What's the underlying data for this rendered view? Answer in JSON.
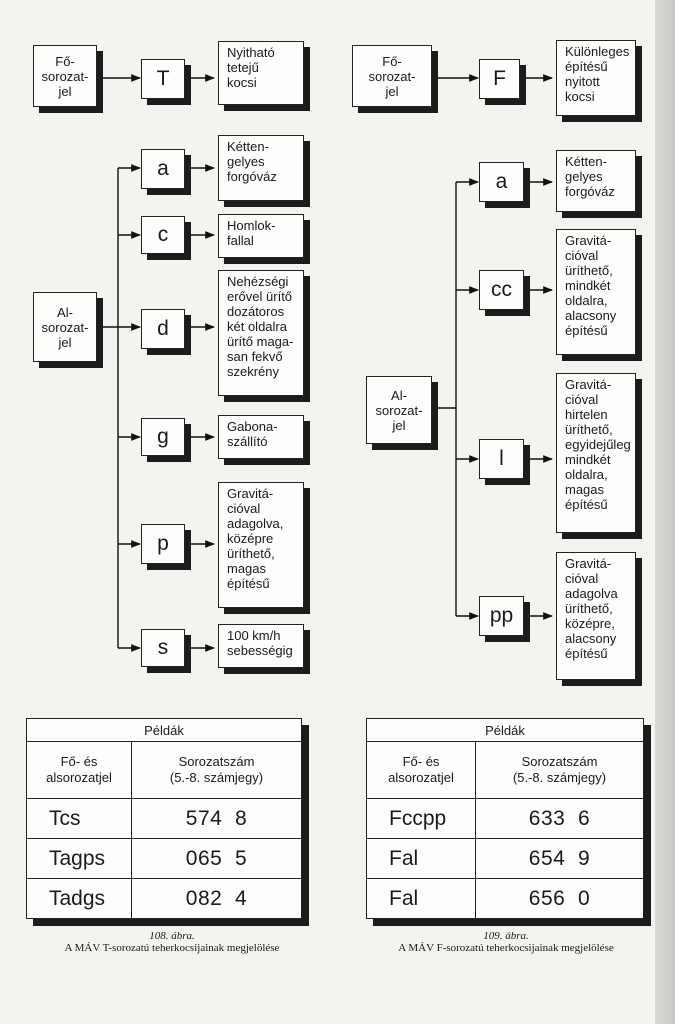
{
  "left": {
    "main": {
      "label": [
        "Fő-",
        "sorozat-",
        "jel"
      ],
      "code": "T",
      "desc": [
        "Nyitható",
        "tetejű",
        "kocsi"
      ]
    },
    "sub": {
      "label": [
        "Al-",
        "sorozat-",
        "jel"
      ],
      "items": [
        {
          "code": "a",
          "desc": [
            "Kétten-",
            "gelyes",
            "forgóváz"
          ]
        },
        {
          "code": "c",
          "desc": [
            "Homlok-",
            "fallal"
          ]
        },
        {
          "code": "d",
          "desc": [
            "Nehézségi",
            "erővel ürítő",
            "dozátoros",
            "két oldalra",
            "ürítő maga-",
            "san fekvő",
            "szekrény"
          ]
        },
        {
          "code": "g",
          "desc": [
            "Gabona-",
            "szállító"
          ]
        },
        {
          "code": "p",
          "desc": [
            "Gravitá-",
            "cióval",
            "adagolva,",
            "középre",
            "üríthető,",
            "magas",
            "építésű"
          ]
        },
        {
          "code": "s",
          "desc": [
            "100 km/h",
            "sebességig"
          ]
        }
      ]
    },
    "examples": {
      "title": "Példák",
      "col1": [
        "Fő- és",
        "alsorozatjel"
      ],
      "col2": [
        "Sorozatszám",
        "(5.-8. számjegy)"
      ],
      "rows": [
        {
          "code": "Tcs",
          "num": "574  8"
        },
        {
          "code": "Tagps",
          "num": "065  5"
        },
        {
          "code": "Tadgs",
          "num": "082  4"
        }
      ]
    },
    "caption": {
      "num": "108. ábra.",
      "text": "A MÁV T-sorozatú teherkocsijainak megjelölése"
    }
  },
  "right": {
    "main": {
      "label": [
        "Fő-",
        "sorozat-",
        "jel"
      ],
      "code": "F",
      "desc": [
        "Különleges",
        "építésű",
        "nyitott",
        "kocsi"
      ]
    },
    "sub": {
      "label": [
        "Al-",
        "sorozat-",
        "jel"
      ],
      "items": [
        {
          "code": "a",
          "desc": [
            "Kétten-",
            "gelyes",
            "forgóváz"
          ]
        },
        {
          "code": "cc",
          "desc": [
            "Gravitá-",
            "cióval",
            "üríthető,",
            "mindkét",
            "oldalra,",
            "alacsony",
            "építésű"
          ]
        },
        {
          "code": "l",
          "desc": [
            "Gravitá-",
            "cióval",
            "hirtelen",
            "üríthető,",
            "egyidejűleg",
            "mindkét",
            "oldalra,",
            "magas",
            "építésű"
          ]
        },
        {
          "code": "pp",
          "desc": [
            "Gravitá-",
            "cióval",
            "adagolva",
            "üríthető,",
            "középre,",
            "alacsony",
            "építésű"
          ]
        }
      ]
    },
    "examples": {
      "title": "Példák",
      "col1": [
        "Fő- és",
        "alsorozatjel"
      ],
      "col2": [
        "Sorozatszám",
        "(5.-8. számjegy)"
      ],
      "rows": [
        {
          "code": "Fccpp",
          "num": "633  6"
        },
        {
          "code": "Fal",
          "num": "654  9"
        },
        {
          "code": "Fal",
          "num": "656  0"
        }
      ]
    },
    "caption": {
      "num": "109. ábra.",
      "text": "A MÁV F-sorozatú teherkocsijainak megjelölése"
    }
  }
}
